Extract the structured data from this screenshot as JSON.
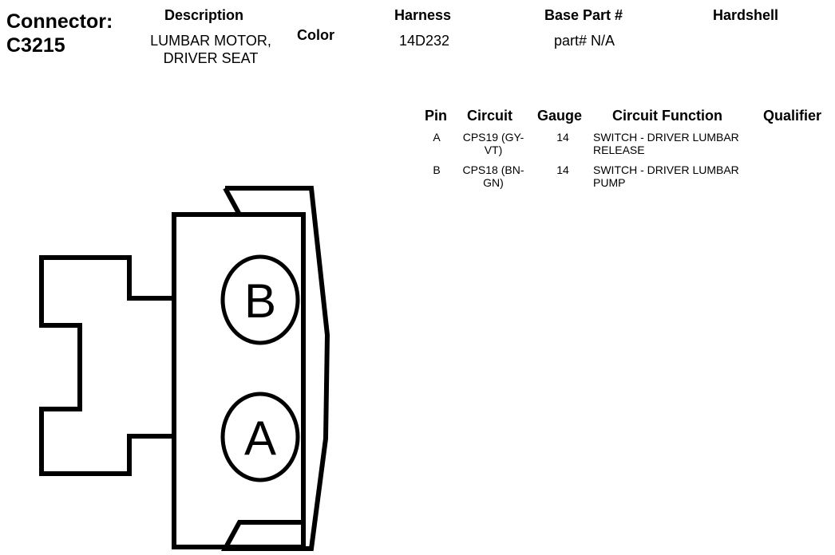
{
  "connector": {
    "label": "Connector:",
    "id": "C3215"
  },
  "headers": {
    "description": "Description",
    "color": "Color",
    "harness": "Harness",
    "base_part": "Base Part #",
    "hardshell": "Hardshell"
  },
  "values": {
    "description_line1": "LUMBAR MOTOR,",
    "description_line2": "DRIVER SEAT",
    "harness": "14D232",
    "base_part": "part# N/A"
  },
  "pin_table": {
    "columns": [
      "Pin",
      "Circuit",
      "Gauge",
      "Circuit Function",
      "Qualifier"
    ],
    "rows": [
      {
        "pin": "A",
        "circuit_line1": "CPS19 (GY-",
        "circuit_line2": "VT)",
        "gauge": "14",
        "function_line1": "SWITCH - DRIVER LUMBAR",
        "function_line2": "RELEASE",
        "qualifier": ""
      },
      {
        "pin": "B",
        "circuit_line1": "CPS18 (BN-",
        "circuit_line2": "GN)",
        "gauge": "14",
        "function_line1": "SWITCH - DRIVER LUMBAR",
        "function_line2": "PUMP",
        "qualifier": ""
      }
    ]
  },
  "diagram": {
    "pin_labels": [
      "B",
      "A"
    ]
  }
}
